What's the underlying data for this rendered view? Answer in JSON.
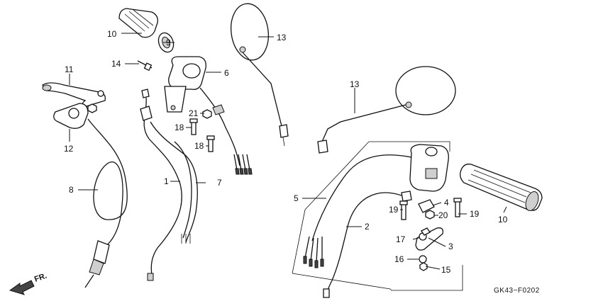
{
  "callouts": {
    "c1": "1",
    "c2": "2",
    "c3": "3",
    "c4": "4",
    "c5": "5",
    "c6": "6",
    "c7": "7",
    "c8": "8",
    "c9": "9",
    "c10a": "10",
    "c10b": "10",
    "c11": "11",
    "c12": "12",
    "c13a": "13",
    "c13b": "13",
    "c14": "14",
    "c15": "15",
    "c16": "16",
    "c17": "17",
    "c18a": "18",
    "c18b": "18",
    "c19a": "19",
    "c19b": "19",
    "c20": "20",
    "c21": "21"
  },
  "direction_label": "FR.",
  "diagram_code": "GK43−F0202"
}
